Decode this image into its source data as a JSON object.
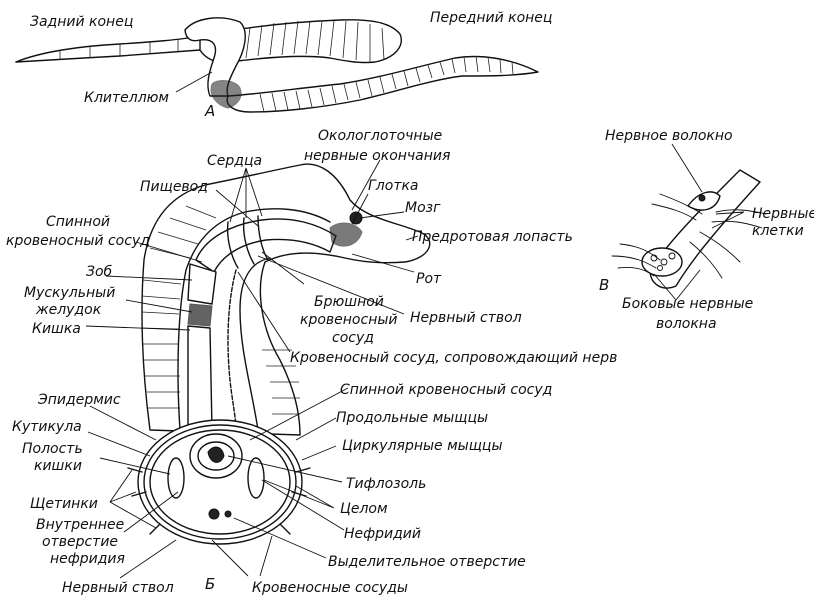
{
  "figure_a": {
    "letter": "А",
    "labels": {
      "posterior_end": "Задний конец",
      "anterior_end": "Передний конец",
      "clitellum": "Клителлюм"
    }
  },
  "figure_b": {
    "letter": "Б",
    "labels": {
      "circumpharyngeal_nerves": [
        "Окологлоточные",
        "нервные окончания"
      ],
      "hearts": "Сердца",
      "esophagus": "Пищевод",
      "pharynx": "Глотка",
      "brain": "Мозг",
      "dorsal_vessel_top": [
        "Спинной",
        "кровеносный сосуд"
      ],
      "prostomium": "Предротовая лопасть",
      "crop": "Зоб",
      "gizzard": [
        "Мускульный",
        "желудок"
      ],
      "mouth": "Рот",
      "intestine": "Кишка",
      "ventral_vessel": [
        "Брюшной",
        "кровеносный",
        "сосуд"
      ],
      "nerve_cord_top": "Нервный ствол",
      "subneural_vessel": "Кровеносный сосуд, сопровождающий нерв",
      "epidermis": "Эпидермис",
      "dorsal_vessel": "Спинной кровеносный сосуд",
      "cuticle": "Кутикула",
      "longitudinal_muscles": "Продольные мыщцы",
      "gut_cavity": [
        "Полость",
        "кишки"
      ],
      "circular_muscles": "Циркулярные мыщцы",
      "typhlosole": "Тифлозоль",
      "setae": "Щетинки",
      "coelom": "Целом",
      "nephrostome": [
        "Внутреннее",
        "отверстие",
        "нефридия"
      ],
      "nephridium": "Нефридий",
      "nephridiopore": "Выделительное отверстие",
      "nerve_cord_bottom": "Нервный ствол",
      "blood_vessels": "Кровеносные сосуды"
    }
  },
  "figure_c": {
    "letter": "В",
    "labels": {
      "nerve_fiber": "Нервное волокно",
      "nerve_cells": [
        "Нервные",
        "клетки"
      ],
      "lateral_fibers": [
        "Боковые нервные",
        "волокна"
      ]
    }
  }
}
